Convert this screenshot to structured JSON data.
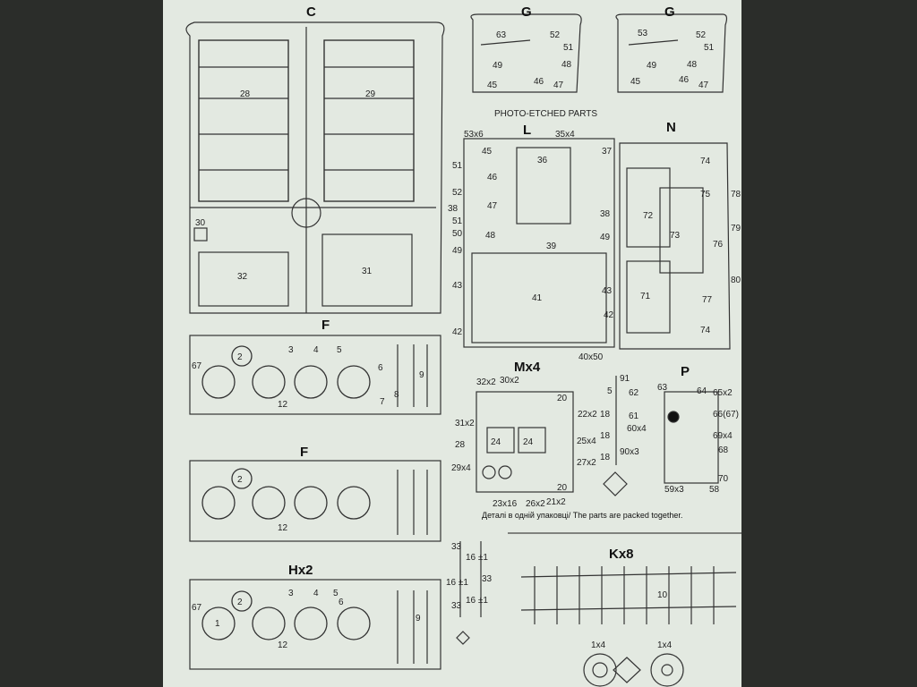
{
  "sprues": {
    "C": {
      "title": "C",
      "parts": [
        "28",
        "29",
        "30",
        "31",
        "32"
      ]
    },
    "G_left": {
      "title": "G",
      "parts": [
        "63",
        "52",
        "51",
        "48",
        "49",
        "45",
        "46",
        "47"
      ]
    },
    "G_right": {
      "title": "G",
      "parts": [
        "53",
        "52",
        "51",
        "48",
        "49",
        "45",
        "46",
        "47"
      ]
    },
    "F_top": {
      "title": "F",
      "parts": [
        "67",
        "2",
        "3",
        "4",
        "5",
        "6",
        "7",
        "8",
        "9",
        "12"
      ]
    },
    "F_bottom": {
      "title": "F",
      "parts": [
        "2",
        "12"
      ]
    },
    "H": {
      "title": "Hx2",
      "parts": [
        "67",
        "2",
        "3",
        "4",
        "5",
        "6",
        "1",
        "9",
        "12"
      ]
    },
    "K": {
      "title": "Kx8",
      "parts": [
        "10"
      ],
      "wheel_qty": [
        "1x4",
        "1x4"
      ]
    },
    "M": {
      "title": "Mx4",
      "parts": [
        "32x2",
        "30x2",
        "20",
        "31x2",
        "22x2",
        "28",
        "24",
        "24",
        "25x4",
        "29x4",
        "27x2",
        "23x16",
        "26x2",
        "21x2",
        "20"
      ]
    },
    "P": {
      "title": "P",
      "parts": [
        "62",
        "63",
        "64",
        "65x2",
        "61",
        "66(67)",
        "60x4",
        "69x4",
        "68",
        "59x3",
        "58",
        "70"
      ]
    }
  },
  "photo_etched": {
    "header": "PHOTO-ETCHED PARTS",
    "L": {
      "title": "L",
      "parts": [
        "53x6",
        "35x4",
        "37",
        "45",
        "36",
        "51",
        "46",
        "52",
        "47",
        "38",
        "51",
        "50",
        "48",
        "49",
        "39",
        "49",
        "41",
        "43",
        "43",
        "42",
        "42",
        "40x50",
        "38"
      ]
    },
    "N": {
      "title": "N",
      "parts": [
        "74",
        "75",
        "78",
        "72",
        "73",
        "76",
        "79",
        "71",
        "77",
        "80",
        "74"
      ]
    }
  },
  "dims": {
    "rod_numbers": [
      "91",
      "5",
      "18",
      "18",
      "18",
      "90x3"
    ],
    "bracket_numbers": [
      "33",
      "16 ±1",
      "16 ±1",
      "33",
      "16 ±1",
      "33"
    ]
  },
  "note": "Деталі в одній упаковці/ The parts are packed together."
}
